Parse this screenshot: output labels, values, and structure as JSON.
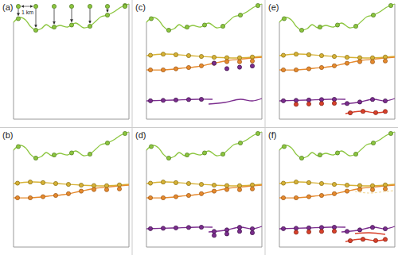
{
  "diagram": {
    "labels": [
      "(a)",
      "(b)",
      "(c)",
      "(d)",
      "(e)",
      "(f)",
      "1 km"
    ]
  }
}
